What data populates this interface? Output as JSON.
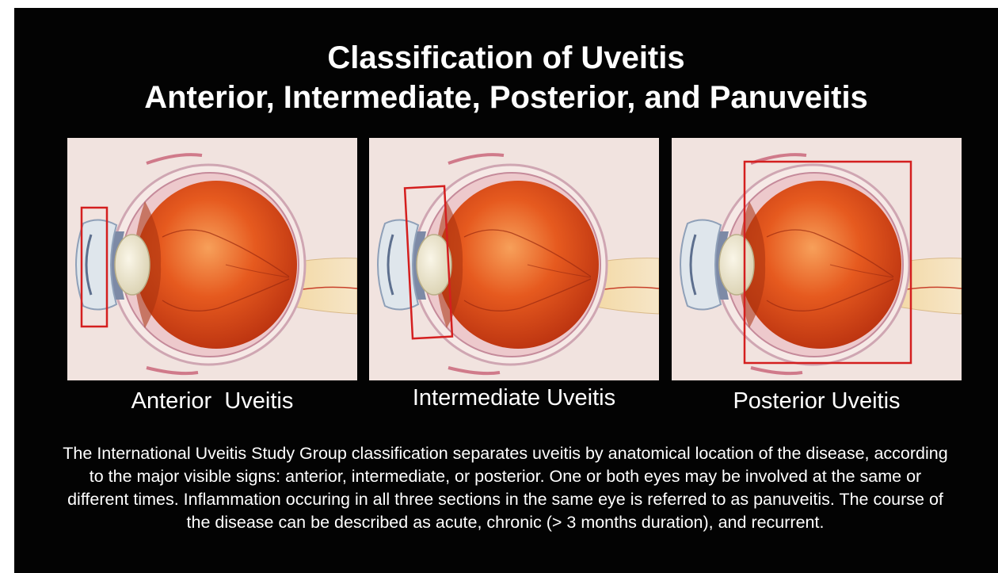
{
  "slide": {
    "title_line1": "Classification of Uveitis",
    "title_line2": "Anterior, Intermediate, Posterior, and Panuveitis",
    "panels": [
      {
        "caption": "Anterior  Uveitis"
      },
      {
        "caption": "Intermediate Uveitis"
      },
      {
        "caption": "Posterior Uveitis"
      }
    ],
    "description": "The International Uveitis Study Group classification separates uveitis by anatomical location of the disease, according to the major visible signs:  anterior, intermediate, or posterior.  One or both eyes may be involved at the same or different times.  Inflammation occuring in all three sections in the same eye is referred to as panuveitis.  The course of the disease can be described as acute, chronic (> 3 months duration), and recurrent."
  },
  "colors": {
    "background": "#030303",
    "text": "#ffffff",
    "highlight_box": "#d41f1f",
    "retina": "#e0521a",
    "panel_background": "#f1e3df"
  }
}
